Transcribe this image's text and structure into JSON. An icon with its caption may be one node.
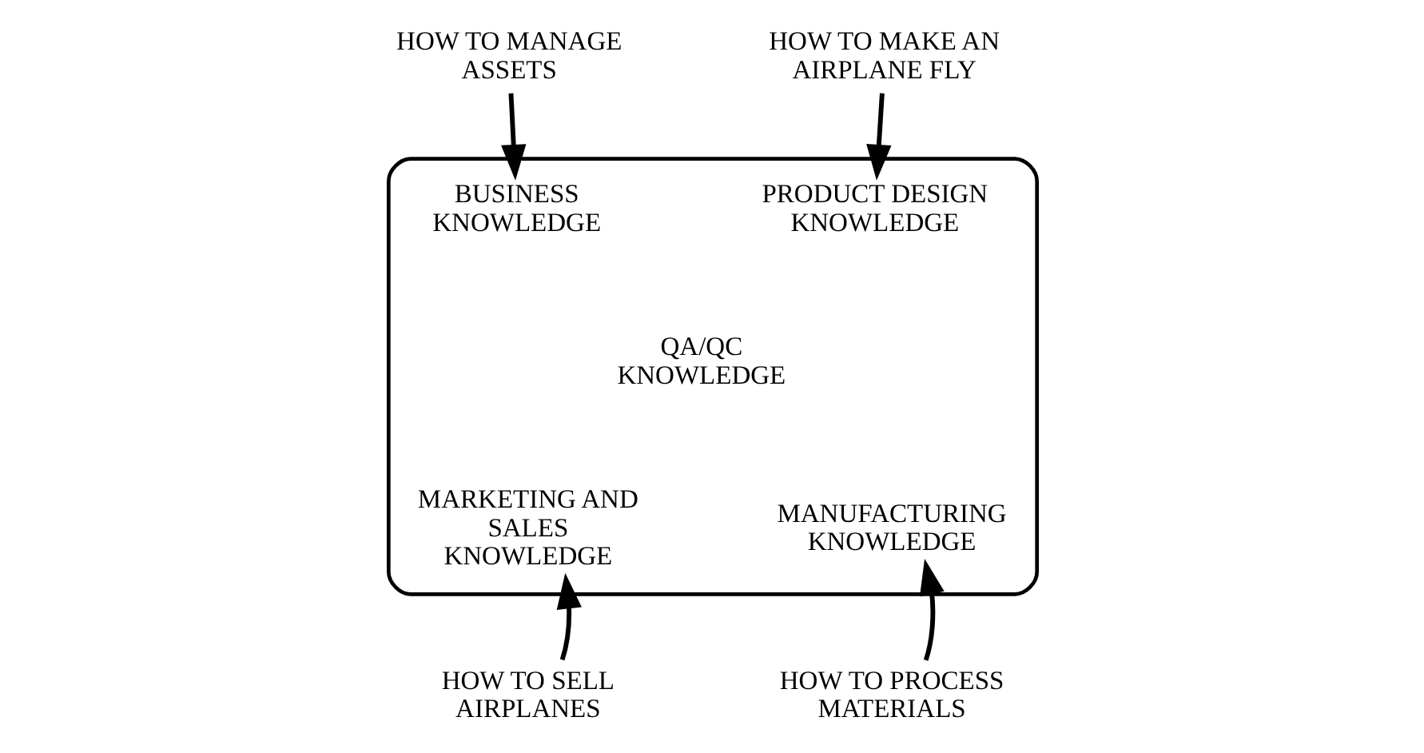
{
  "diagram": {
    "nodes": [
      {
        "text": [
          "HOW TO MANAGE ASSETS"
        ]
      },
      {
        "text": [
          "HOW TO MAKE AN AIRPLANE FLY"
        ]
      },
      {
        "text": [],
        "shape": "cloud"
      },
      {
        "text": [
          "BUSINESS KNOWLEDGE"
        ],
        "in": 2
      },
      {
        "text": [
          "PRODUCT DESIGN KNOWLEDGE"
        ],
        "in": 2
      },
      {
        "text": [
          "QA/QC KNOWLEDGE"
        ],
        "in": 2
      },
      {
        "text": [
          "MARKETING AND SALES KNOWLEDGE"
        ],
        "in": 2
      },
      {
        "text": [
          "MANUFACTURING KNOWLEDGE"
        ],
        "in": 2
      },
      {
        "text": [
          "HOW TO SELL AIRPLANES"
        ]
      },
      {
        "text": [
          "HOW TO PROCESS MATERIALS"
        ]
      }
    ],
    "edges": [
      {
        "from": 0,
        "to": 3,
        "arrow": "to"
      },
      {
        "from": 1,
        "to": 4,
        "arrow": "to"
      },
      {
        "from": 8,
        "to": 6,
        "arrow": "to"
      },
      {
        "from": 9,
        "to": 7,
        "arrow": "to"
      }
    ]
  }
}
